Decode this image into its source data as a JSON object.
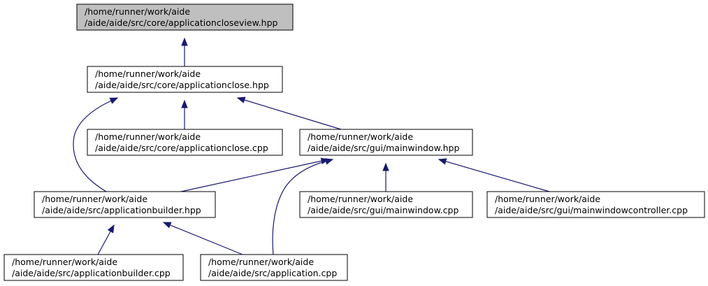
{
  "nodes": [
    {
      "id": "closeview",
      "line1": "/home/runner/work/aide",
      "line2": "/aide/aide/src/core/applicationcloseview.hpp",
      "highlight": true
    },
    {
      "id": "close_hpp",
      "line1": "/home/runner/work/aide",
      "line2": "/aide/aide/src/core/applicationclose.hpp"
    },
    {
      "id": "close_cpp",
      "line1": "/home/runner/work/aide",
      "line2": "/aide/aide/src/core/applicationclose.cpp"
    },
    {
      "id": "mainwindow_hpp",
      "line1": "/home/runner/work/aide",
      "line2": "/aide/aide/src/gui/mainwindow.hpp"
    },
    {
      "id": "builder_hpp",
      "line1": "/home/runner/work/aide",
      "line2": "/aide/aide/src/applicationbuilder.hpp"
    },
    {
      "id": "mainwindow_cpp",
      "line1": "/home/runner/work/aide",
      "line2": "/aide/aide/src/gui/mainwindow.cpp"
    },
    {
      "id": "controller_cpp",
      "line1": "/home/runner/work/aide",
      "line2": "/aide/aide/src/gui/mainwindowcontroller.cpp"
    },
    {
      "id": "builder_cpp",
      "line1": "/home/runner/work/aide",
      "line2": "/aide/aide/src/applicationbuilder.cpp"
    },
    {
      "id": "application_cpp",
      "line1": "/home/runner/work/aide",
      "line2": "/aide/aide/src/application.cpp"
    }
  ],
  "edges": [
    {
      "from": "close_hpp",
      "to": "closeview"
    },
    {
      "from": "close_cpp",
      "to": "close_hpp"
    },
    {
      "from": "mainwindow_hpp",
      "to": "close_hpp"
    },
    {
      "from": "builder_hpp",
      "to": "close_hpp"
    },
    {
      "from": "builder_hpp",
      "to": "mainwindow_hpp"
    },
    {
      "from": "mainwindow_cpp",
      "to": "mainwindow_hpp"
    },
    {
      "from": "controller_cpp",
      "to": "mainwindow_hpp"
    },
    {
      "from": "application_cpp",
      "to": "mainwindow_hpp"
    },
    {
      "from": "builder_cpp",
      "to": "builder_hpp"
    },
    {
      "from": "application_cpp",
      "to": "builder_hpp"
    }
  ],
  "colors": {
    "edge": "#191970",
    "highlight_fill": "#bfbfbf",
    "node_border": "#000000"
  }
}
